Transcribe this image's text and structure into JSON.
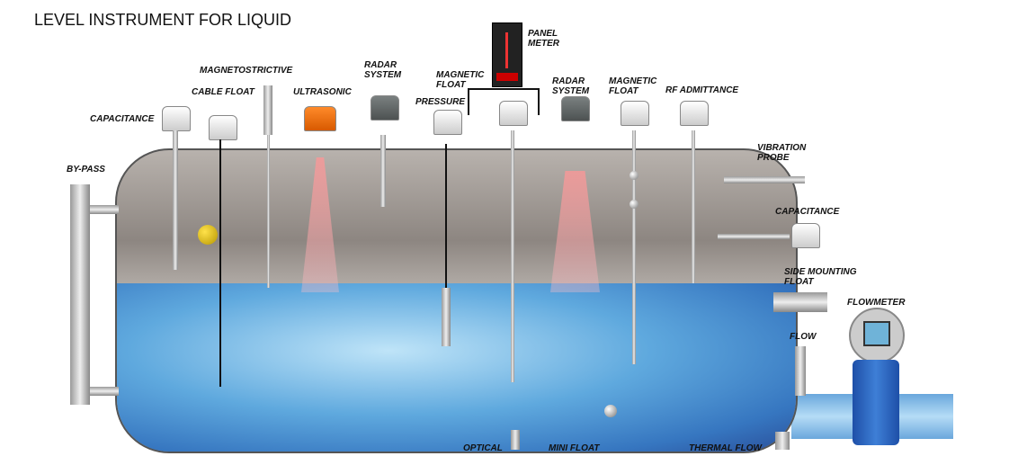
{
  "title": "LEVEL INSTRUMENT FOR LIQUID",
  "labels": {
    "capacitance_top": "CAPACITANCE",
    "cable_float": "CABLE FLOAT",
    "magnetostrictive": "MAGNETOSTRICTIVE",
    "ultrasonic": "ULTRASONIC",
    "radar_system_1": "RADAR\nSYSTEM",
    "magnetic_float_1": "MAGNETIC\nFLOAT",
    "pressure": "PRESSURE",
    "panel_meter": "PANEL\nMETER",
    "radar_system_2": "RADAR\nSYSTEM",
    "magnetic_float_2": "MAGNETIC\nFLOAT",
    "rf_admittance": "RF ADMITTANCE",
    "vibration_probe": "VIBRATION\nPROBE",
    "capacitance_side": "CAPACITANCE",
    "by_pass": "BY-PASS",
    "side_mounting_float": "SIDE MOUNTING\nFLOAT",
    "flowmeter": "FLOWMETER",
    "flow": "FLOW",
    "optical": "OPTICAL",
    "mini_float": "MINI FLOAT",
    "thermal_flow": "THERMAL FLOW"
  }
}
